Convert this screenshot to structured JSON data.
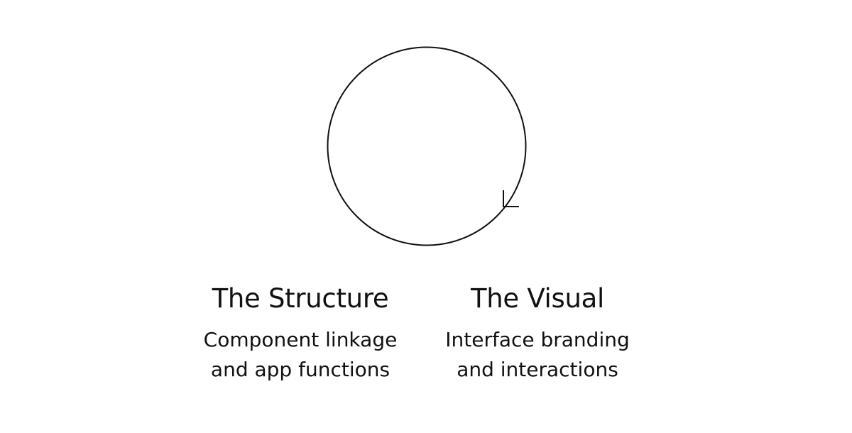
{
  "diagram": {
    "columns": [
      {
        "title": "The Structure",
        "lines": [
          "Component linkage",
          "and app functions"
        ]
      },
      {
        "title": "The Visual",
        "lines": [
          "Interface branding",
          "and interactions"
        ]
      }
    ],
    "colors": {
      "stroke": "#111111",
      "text": "#111111",
      "background": "#ffffff"
    }
  }
}
